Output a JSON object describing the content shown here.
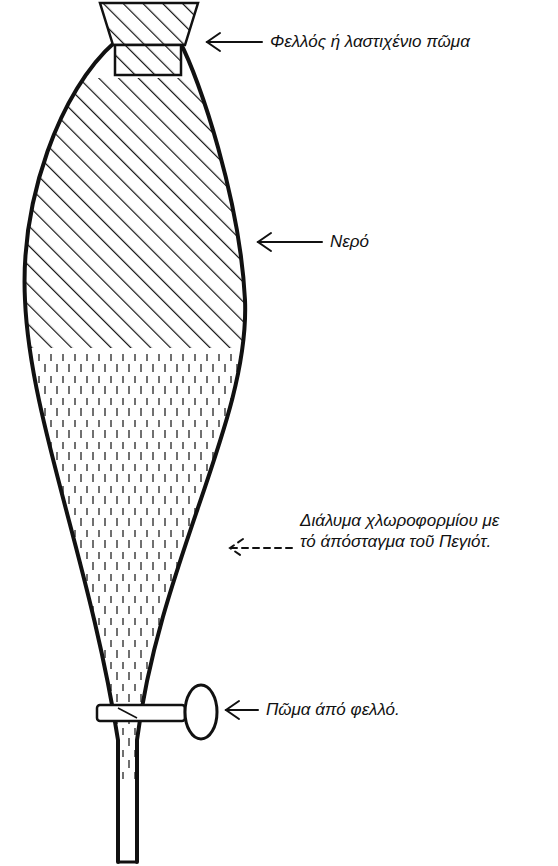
{
  "diagram": {
    "labels": [
      "Φελλός ή λαστιχένιο πῶμα",
      "Νερό",
      "Διάλυμα χλωροφορμίου με τό άπόσταγμα τοῦ Πεγιότ.",
      "Πῶμα άπό φελλό."
    ]
  }
}
